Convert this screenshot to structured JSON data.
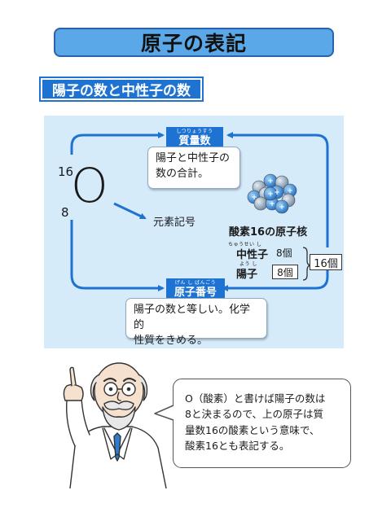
{
  "title": "原子の表記",
  "section": "陽子の数と中性子の数",
  "diagram": {
    "mass_number_label": "質量数",
    "mass_number_ruby": "しつりょうすう",
    "mass_number_desc_l1": "陽子と中性子の",
    "mass_number_desc_l2": "数の合計。",
    "mass_value": "16",
    "atomic_value": "8",
    "element_symbol": "O",
    "element_symbol_label": "元素記号",
    "nucleus_label": "酸素16の原子核",
    "neutron_label": "中性子",
    "neutron_ruby": "ちゅうせい し",
    "neutron_count": "8個",
    "proton_label": "陽子",
    "proton_ruby": "よう し",
    "proton_count": "8個",
    "total_count": "16個",
    "atomic_number_label": "原子番号",
    "atomic_number_ruby": "げん し ばんごう",
    "atomic_number_desc_l1": "陽子の数と等しい。化学的",
    "atomic_number_desc_l2": "性質をきめる。"
  },
  "speech": {
    "line1": "O（酸素）と書けば陽子の数は",
    "line2": "8と決まるので、上の原子は質",
    "line3": "量数16の酸素という意味で、",
    "line4": "酸素16とも表記する。"
  },
  "colors": {
    "title_bg": "#5aa8e8",
    "accent_blue": "#1e73d2",
    "panel_bg": "#d5ebfa"
  }
}
